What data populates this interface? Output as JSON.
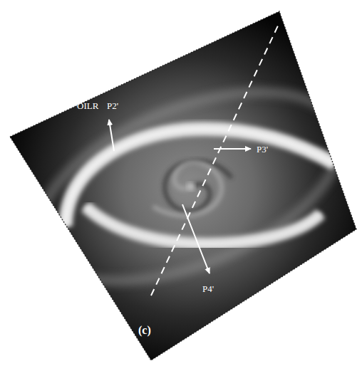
{
  "diagram": {
    "labels": [
      "OILR",
      "P2'",
      "P3'",
      "P4'",
      "(c)"
    ]
  }
}
